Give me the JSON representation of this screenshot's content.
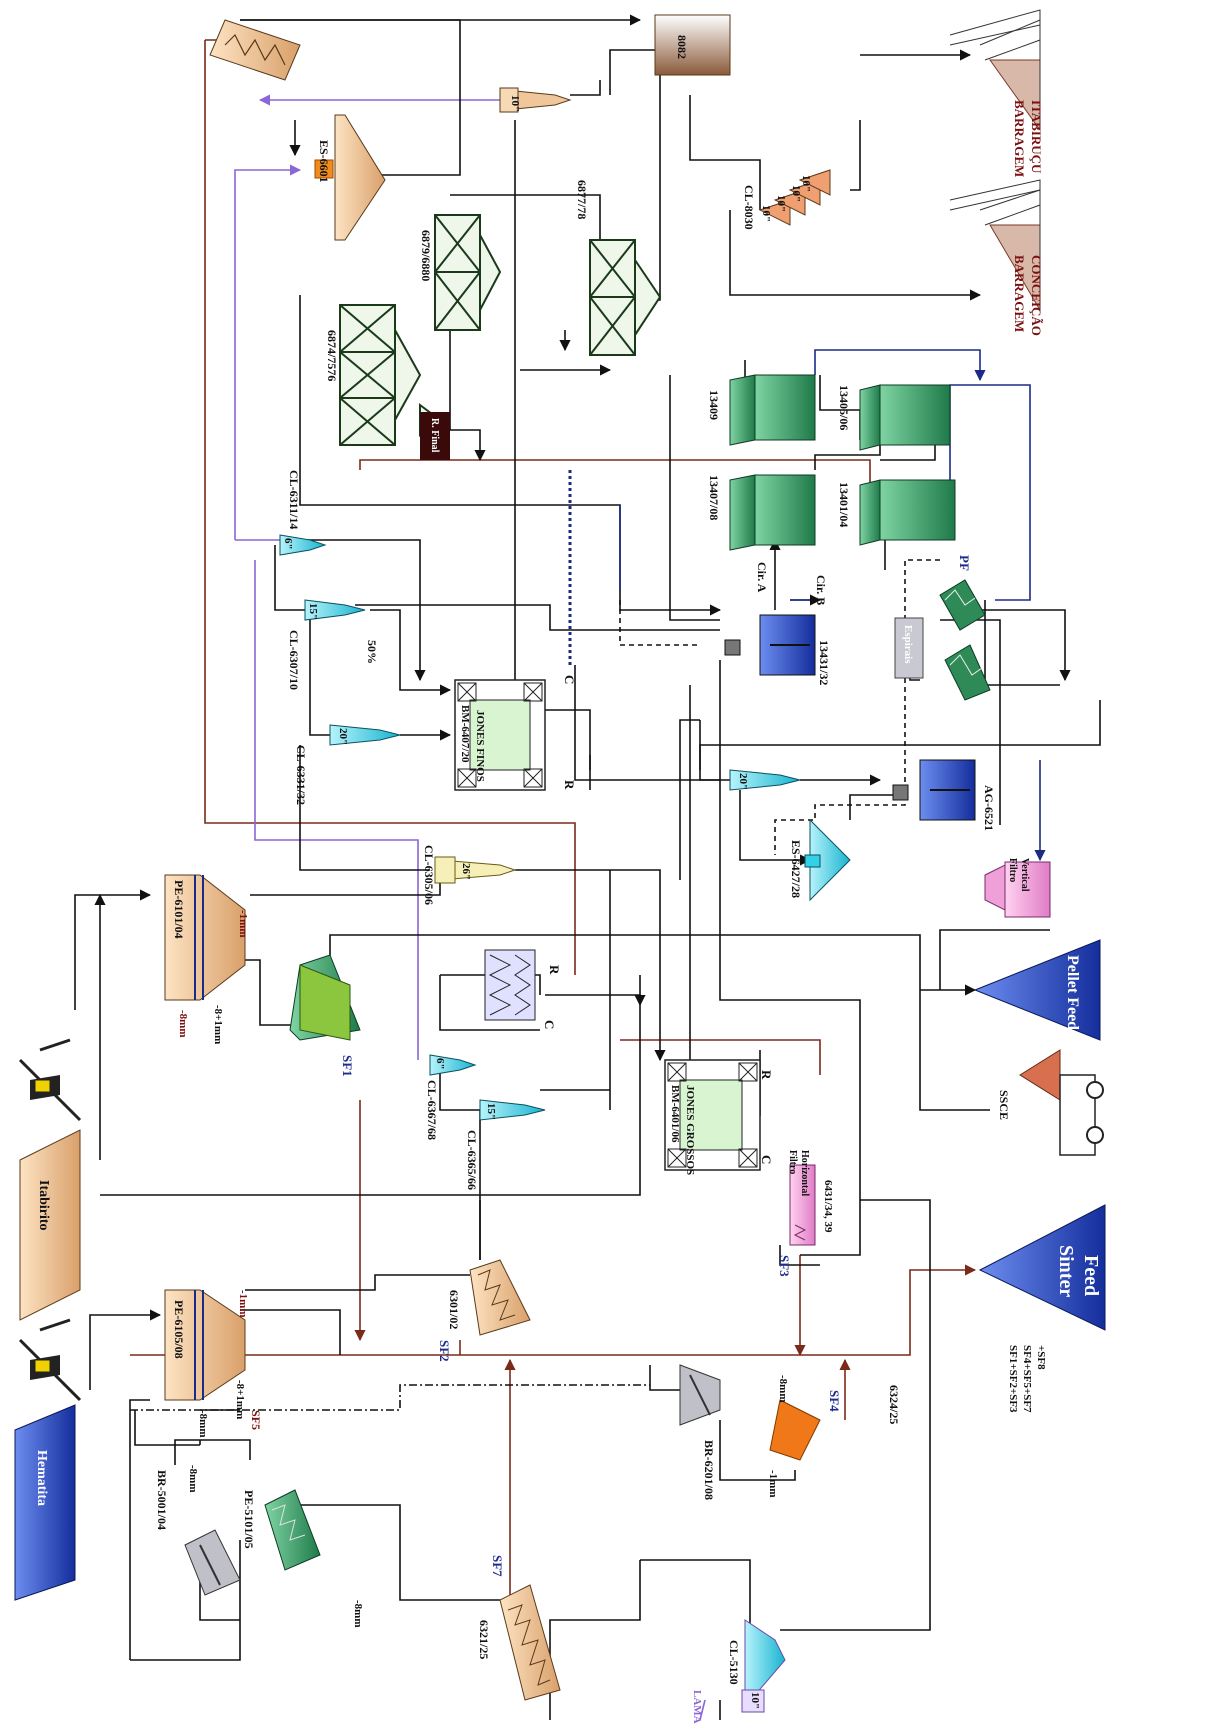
{
  "stockpiles": {
    "hematita": "Hematita",
    "itabirito": "Itabirito"
  },
  "products": {
    "pellet_feed": "Pellet Feed",
    "sinter_feed_line1": "Sinter",
    "sinter_feed_line2": "Feed",
    "sinter_formula": [
      "SF1+SF2+SF3",
      "SF4+SF5+SF7",
      "+SF8"
    ],
    "ssce": "SSCE",
    "lama": "LAMA"
  },
  "dams": {
    "itabiracu": [
      "BARRAGEM",
      "ITABIRUÇU"
    ],
    "conceicao": [
      "BARRAGEM",
      "CONCEIÇÃO"
    ]
  },
  "equipment": {
    "thickener": "8082",
    "cyclone_top": "10\"",
    "screen_es": "ES-6601",
    "cl_8030": "CL-8030",
    "cl_8030_sizes": [
      "10\"",
      "10\"",
      "10\"",
      "10\""
    ],
    "col_6877": "6877/78",
    "col_6879": "6879/6880",
    "col_6874": "6874/7576",
    "r_final": "R. Final",
    "cells": [
      "13409",
      "13405/06",
      "13407/08",
      "13401/04"
    ],
    "cir_a": "Cir. A",
    "cir_b": "Cir. B",
    "tank_13431": "13431/32",
    "pf": "PF",
    "espirais": "Espirais",
    "cl_6311": "CL-6311/14",
    "cl_6311_size": "6\"",
    "cl_6307": "CL-6307/10",
    "cl_6307_size": "15\"",
    "cl_6331": "CL-6331/32",
    "cl_6331_size": "20\"",
    "pct": "50%",
    "jones_finos_id": "BM-6407/20",
    "jones_finos": "JONES FINOS",
    "c": "C",
    "r": "R",
    "cl_6305": "CL-6305/06",
    "cl_6305_size": "26\"",
    "cyclone_mid": "20\"",
    "ag_6521": "AG-6521",
    "es_6427": "ES-6427/28",
    "filtro_vertical": [
      "Filtro",
      "Vertical"
    ],
    "pe_6101": "PE-6101/04",
    "minus1mm": "-1mm",
    "minus8mm": "-8mm",
    "m8p1": "-8+1mm",
    "sf1": "SF1",
    "cl_6367": "CL-6367/68",
    "cl_6367_size": "6\"",
    "cl_6365": "CL-6365/66",
    "cl_6365_size": "15\"",
    "jones_grossos_id": "BM-6401/06",
    "jones_grossos": "JONES GROSSOS",
    "filtro_horizontal": [
      "Filtro",
      "Horizontal"
    ],
    "f6431": "6431/34, 39",
    "sf3": "SF3",
    "pe_6105": "PE-6105/08",
    "sf5": "SF5",
    "sf2": "SF2",
    "c6301": "6301/02",
    "br_6201": "BR-6201/08",
    "sf4": "SF4",
    "sf7": "SF7",
    "c6321": "6321/25",
    "c6324": "6324/25",
    "br_5001": "BR-5001/04",
    "pe_5101": "PE-5101/05",
    "minus8mm_b": "-8mm",
    "cl_5130": "CL-5130",
    "cl_5130_size": "10\""
  },
  "colors": {
    "tailings": "#7b2a1a",
    "process": "#111111",
    "purple": "#8a66d6",
    "navy": "#1c2a86",
    "cyclone": "#33d1e6",
    "green_cell": "#2e8b57",
    "sand": "#f0c79a",
    "lime": "#8cc63f",
    "orange": "#f07818",
    "blue_stock": "#2850c8",
    "pink": "#f0a0d8"
  }
}
